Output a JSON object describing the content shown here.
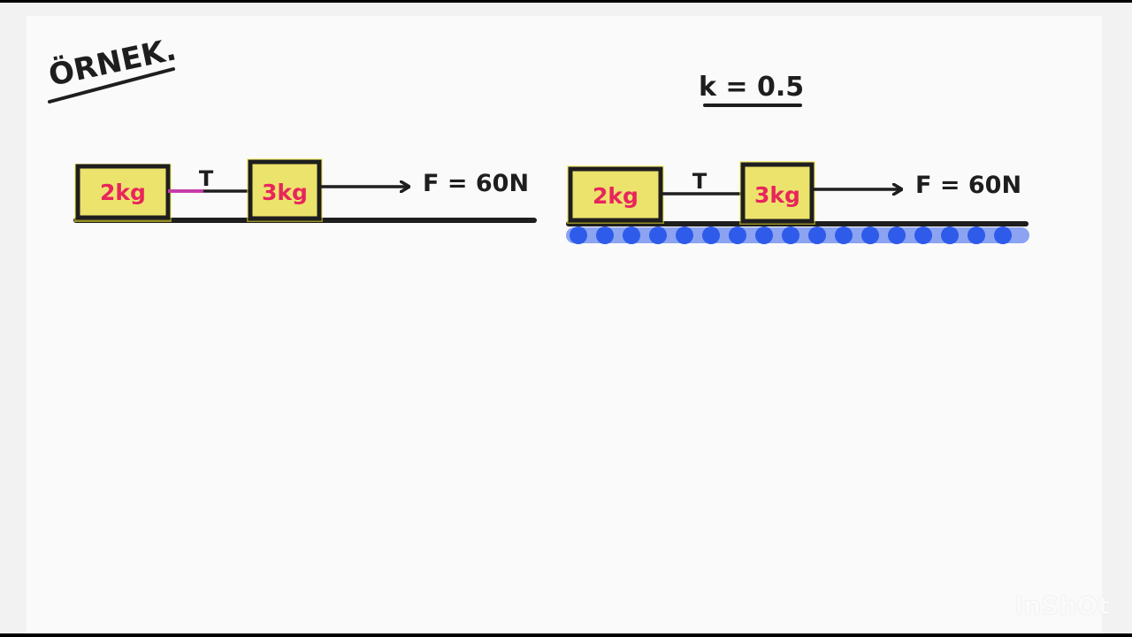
{
  "title": "ÖRNEK.",
  "diagrams": [
    {
      "block_left": "2kg",
      "tension": "T",
      "block_right": "3kg",
      "force": "F = 60N"
    },
    {
      "friction_label": "k = 0.5",
      "block_left": "2kg",
      "tension": "T",
      "block_right": "3kg",
      "force": "F = 60N"
    }
  ],
  "watermark": "InShOt",
  "colors": {
    "block_fill": "#ece36c",
    "block_highlight": "#f2ea2a",
    "block_border": "#1e1e1e",
    "mass_text": "#e8255c",
    "rough_surface": "#2f5bea",
    "tension_highlight": "#e040c0"
  }
}
